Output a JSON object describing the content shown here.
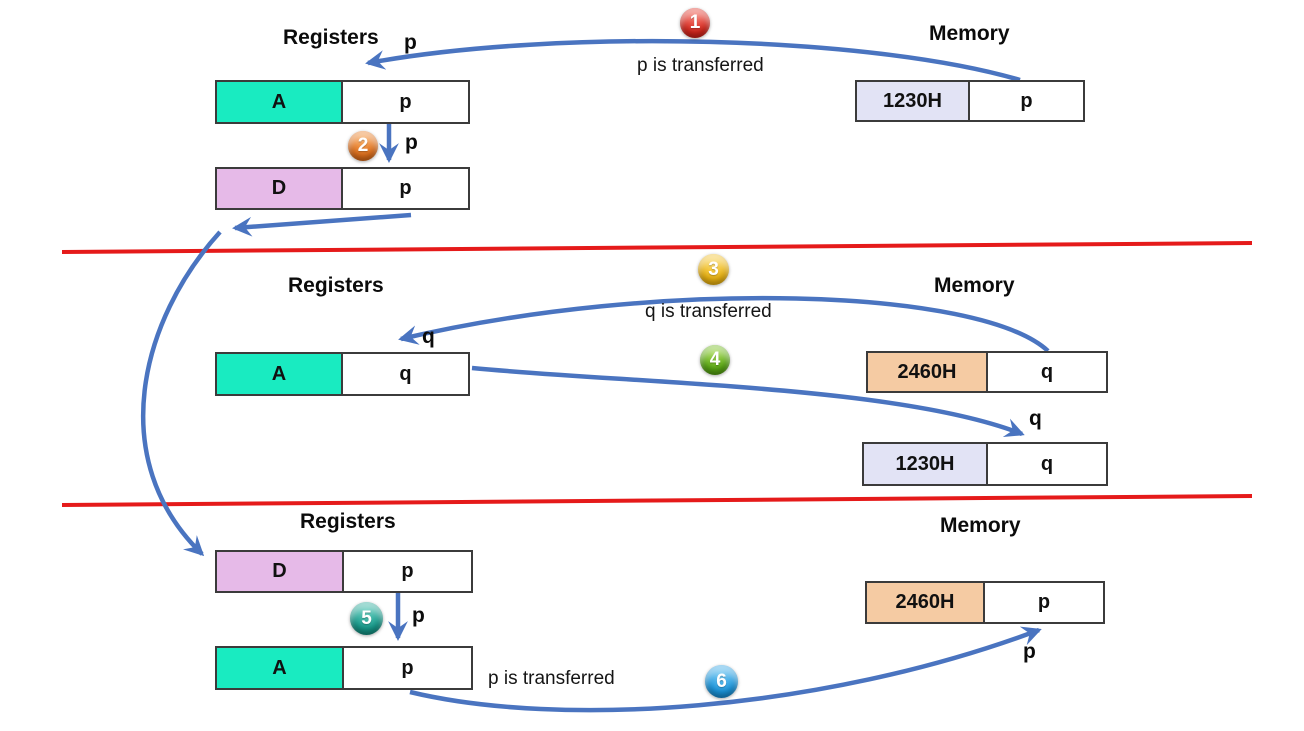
{
  "s1": {
    "registers_heading": "Registers",
    "memory_heading": "Memory",
    "badge1": "1",
    "badge2": "2",
    "transfer_text": "p is transferred",
    "arrow1_label": "p",
    "arrow2_label": "p",
    "reg_a": {
      "name": "A",
      "value": "p"
    },
    "reg_d": {
      "name": "D",
      "value": "p"
    },
    "mem_1230": {
      "address": "1230H",
      "value": "p"
    }
  },
  "s2": {
    "registers_heading": "Registers",
    "memory_heading": "Memory",
    "badge3": "3",
    "badge4": "4",
    "transfer_text": "q is transferred",
    "arrow3_label": "q",
    "arrow4_label": "q",
    "reg_a": {
      "name": "A",
      "value": "q"
    },
    "mem_2460": {
      "address": "2460H",
      "value": "q"
    },
    "mem_1230": {
      "address": "1230H",
      "value": "q"
    }
  },
  "s3": {
    "registers_heading": "Registers",
    "memory_heading": "Memory",
    "badge5": "5",
    "badge6": "6",
    "transfer_text": "p is transferred",
    "arrow5_label": "p",
    "arrow6_label": "p",
    "reg_d": {
      "name": "D",
      "value": "p"
    },
    "reg_a": {
      "name": "A",
      "value": "p"
    },
    "mem_2460": {
      "address": "2460H",
      "value": "p"
    }
  },
  "colors": {
    "arrow_blue": "#4a74c0",
    "divider_red": "#e51a1a",
    "register_a_fill": "#19ebc1",
    "register_d_fill": "#e6bae8",
    "mem_1230_fill": "#e2e3f5",
    "mem_2460_fill": "#f5cba3",
    "badge1": "#d6281e",
    "badge2": "#e2711d",
    "badge3": "#edb512",
    "badge4": "#59a814",
    "badge5": "#179a8b",
    "badge6": "#1c97de"
  }
}
